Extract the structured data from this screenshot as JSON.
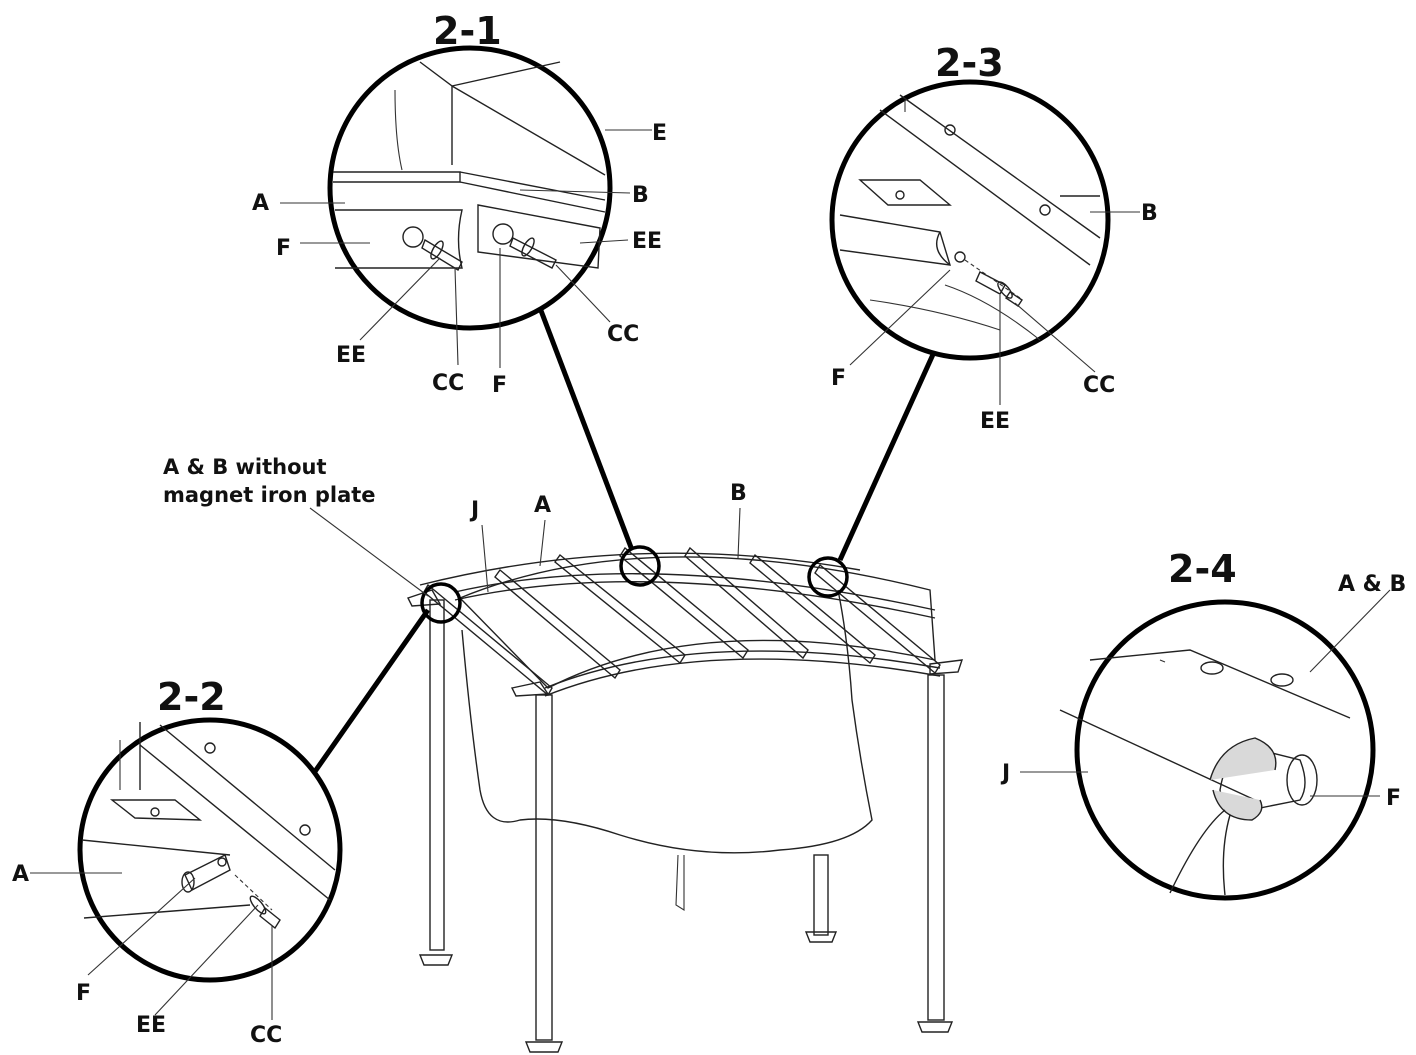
{
  "steps": {
    "s1": "2-1",
    "s2": "2-2",
    "s3": "2-3",
    "s4": "2-4"
  },
  "detail_2_1": {
    "E": "E",
    "A": "A",
    "B": "B",
    "F_left": "F",
    "EE_right": "EE",
    "EE_bottom": "EE",
    "CC_bottom": "CC",
    "F_bottom": "F",
    "CC_right": "CC"
  },
  "detail_2_2": {
    "A": "A",
    "F": "F",
    "EE": "EE",
    "CC": "CC"
  },
  "detail_2_3": {
    "B": "B",
    "F": "F",
    "CC": "CC",
    "EE": "EE"
  },
  "detail_2_4": {
    "AB": "A & B",
    "J": "J",
    "F": "F"
  },
  "main": {
    "note_line1": "A & B without",
    "note_line2": "magnet iron plate",
    "J": "J",
    "A": "A",
    "B": "B"
  }
}
